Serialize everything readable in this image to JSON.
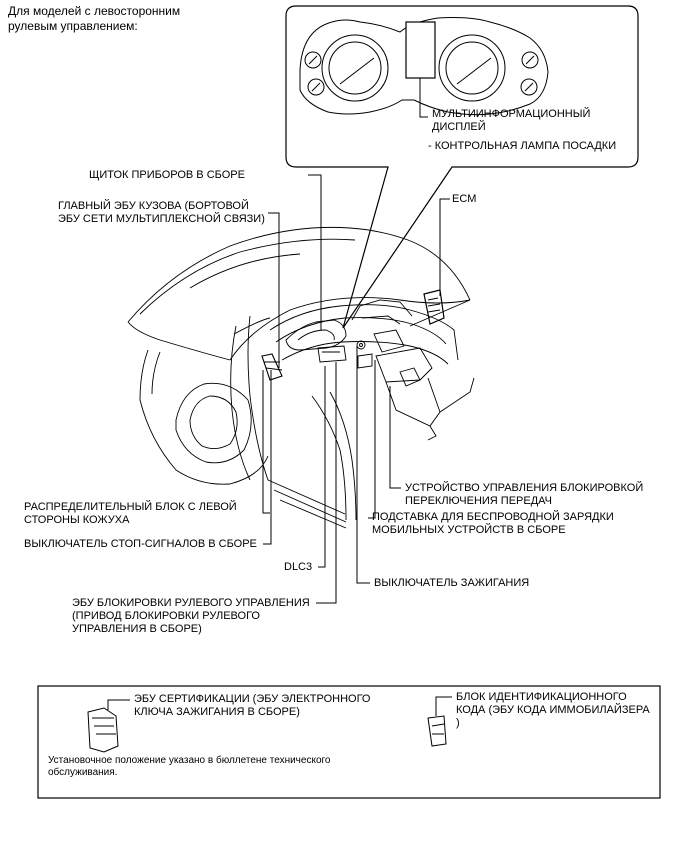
{
  "header": {
    "line1": "Для моделей с левосторонним",
    "line2": "рулевым управлением:"
  },
  "callout": {
    "display_line1": "МУЛЬТИИНФОРМАЦИОННЫЙ",
    "display_line2": "ДИСПЛЕЙ",
    "lamp": "- КОНТРОЛЬНАЯ ЛАМПА ПОСАДКИ"
  },
  "labels": {
    "combination_meter": "ЩИТОК ПРИБОРОВ В СБОРЕ",
    "body_ecu_line1": "ГЛАВНЫЙ ЭБУ КУЗОВА (БОРТОВОЙ",
    "body_ecu_line2": "ЭБУ СЕТИ МУЛЬТИПЛЕКСНОЙ СВЯЗИ)",
    "ecm": "ECM",
    "shift_lock_line1": "УСТРОЙСТВО УПРАВЛЕНИЯ БЛОКИРОВКОЙ",
    "shift_lock_line2": "ПЕРЕКЛЮЧЕНИЯ ПЕРЕДАЧ",
    "wireless_charger_line1": "ПОДСТАВКА ДЛЯ БЕСПРОВОДНОЙ ЗАРЯДКИ",
    "wireless_charger_line2": "МОБИЛЬНЫХ УСТРОЙСТВ В СБОРЕ",
    "junction_block_line1": "РАСПРЕДЕЛИТЕЛЬНЫЙ БЛОК С ЛЕВОЙ",
    "junction_block_line2": "СТОРОНЫ КОЖУХА",
    "stop_light_switch": "ВЫКЛЮЧАТЕЛЬ СТОП-СИГНАЛОВ В СБОРЕ",
    "dlc3": "DLC3",
    "ignition_switch": "ВЫКЛЮЧАТЕЛЬ ЗАЖИГАНИЯ",
    "steering_lock_line1": "ЭБУ БЛОКИРОВКИ РУЛЕВОГО УПРАВЛЕНИЯ",
    "steering_lock_line2": "(ПРИВОД БЛОКИРОВКИ РУЛЕВОГО",
    "steering_lock_line3": "УПРАВЛЕНИЯ В СБОРЕ)"
  },
  "bottom_box": {
    "cert_ecu_line1": "ЭБУ СЕРТИФИКАЦИИ (ЭБУ ЭЛЕКТРОННОГО",
    "cert_ecu_line2": "КЛЮЧА ЗАЖИГАНИЯ В СБОРЕ)",
    "id_code_line1": "БЛОК ИДЕНТИФИКАЦИОННОГО",
    "id_code_line2": "КОДА (ЭБУ КОДА ИММОБИЛАЙЗЕРА",
    "id_code_line3": ")",
    "note_line1": "Установочное положение указано в бюллетене технического",
    "note_line2": "обслуживания."
  }
}
